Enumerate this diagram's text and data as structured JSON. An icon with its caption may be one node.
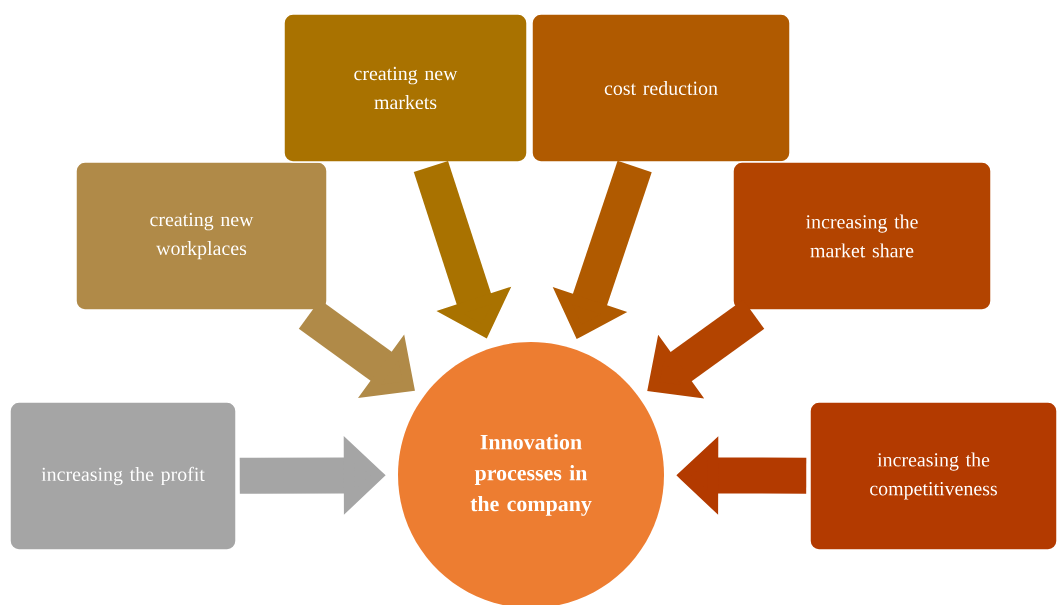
{
  "diagram": {
    "nodes": [
      {
        "text": [
          "Innovation processes in the company"
        ]
      },
      {
        "text": [
          "increasing the profit"
        ]
      },
      {
        "text": [
          "creating new workplaces"
        ]
      },
      {
        "text": [
          "creating new markets"
        ]
      },
      {
        "text": [
          "cost reduction"
        ]
      },
      {
        "text": [
          "increasing the market share"
        ]
      },
      {
        "text": [
          "increasing the competitiveness"
        ]
      }
    ],
    "edges": [
      {
        "from": 1,
        "to": 0,
        "arrow": "to",
        "color": "#a5a5a5"
      },
      {
        "from": 2,
        "to": 0,
        "arrow": "to",
        "color": "#b08a48"
      },
      {
        "from": 3,
        "to": 0,
        "arrow": "to",
        "color": "#a97200"
      },
      {
        "from": 4,
        "to": 0,
        "arrow": "to",
        "color": "#b05a00"
      },
      {
        "from": 5,
        "to": 0,
        "arrow": "to",
        "color": "#b34400"
      },
      {
        "from": 6,
        "to": 0,
        "arrow": "to",
        "color": "#b33a00"
      }
    ]
  }
}
